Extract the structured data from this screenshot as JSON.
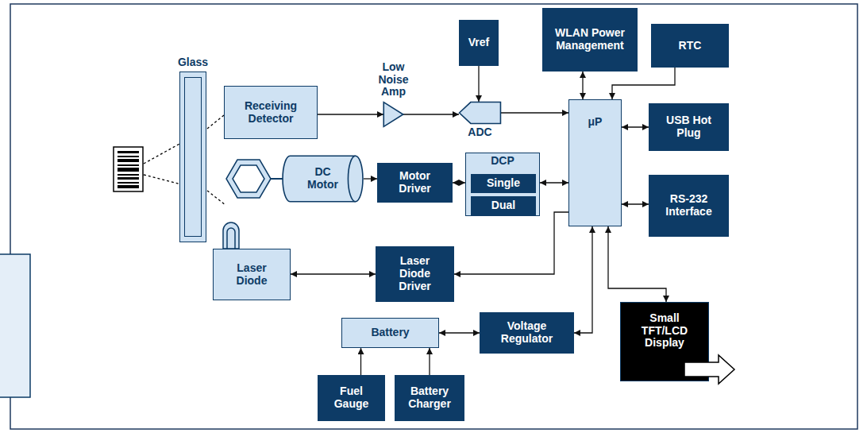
{
  "diagram": {
    "nodes": [
      {
        "text": [
          "Glass"
        ]
      },
      {
        "text": [
          "Receiving Detector"
        ]
      },
      {
        "text": [
          "Low Noise Amp"
        ]
      },
      {
        "text": [
          "ADC"
        ]
      },
      {
        "text": [
          "Vref"
        ]
      },
      {
        "text": [
          "WLAN Power Management"
        ]
      },
      {
        "text": [
          "RTC"
        ]
      },
      {
        "text": [
          "μP"
        ]
      },
      {
        "text": [
          "USB Hot Plug"
        ]
      },
      {
        "text": [
          "DC Motor"
        ]
      },
      {
        "text": [
          "Motor Driver"
        ]
      },
      {
        "text": [
          "DCP"
        ]
      },
      {
        "text": [
          "Single"
        ],
        "in": 11
      },
      {
        "text": [
          "Dual"
        ],
        "in": 11
      },
      {
        "text": [
          "RS-232 Interface"
        ]
      },
      {
        "text": [
          "Laser Diode"
        ]
      },
      {
        "text": [
          "Laser Diode Driver"
        ]
      },
      {
        "text": [
          "Battery"
        ]
      },
      {
        "text": [
          "Voltage Regulator"
        ]
      },
      {
        "text": [
          "Small TFT/LCD Display"
        ]
      },
      {
        "text": [
          "Fuel Gauge"
        ]
      },
      {
        "text": [
          "Battery Charger"
        ]
      }
    ],
    "edges": [
      {
        "from": 1,
        "to": 2,
        "arrow": "to"
      },
      {
        "from": 2,
        "to": 3,
        "arrow": "to"
      },
      {
        "from": 4,
        "to": 3,
        "arrow": "to"
      },
      {
        "from": 3,
        "to": 7,
        "arrow": "to"
      },
      {
        "from": 5,
        "to": 7,
        "arrow": "both"
      },
      {
        "from": 6,
        "to": 7,
        "arrow": "to"
      },
      {
        "from": 7,
        "to": 8,
        "arrow": "both"
      },
      {
        "from": 9,
        "to": 10,
        "arrow": "to"
      },
      {
        "from": 10,
        "to": 11,
        "arrow": "both"
      },
      {
        "from": 11,
        "to": 7,
        "arrow": "both"
      },
      {
        "from": 7,
        "to": 14,
        "arrow": "both"
      },
      {
        "from": 7,
        "to": 16,
        "arrow": "to"
      },
      {
        "from": 16,
        "to": 15,
        "arrow": "both"
      },
      {
        "from": 18,
        "to": 7,
        "arrow": "both"
      },
      {
        "from": 17,
        "to": 18,
        "arrow": "both"
      },
      {
        "from": 7,
        "to": 19,
        "arrow": "both"
      },
      {
        "from": 20,
        "to": 17,
        "arrow": "to"
      },
      {
        "from": 21,
        "to": 17,
        "arrow": "to"
      }
    ]
  }
}
